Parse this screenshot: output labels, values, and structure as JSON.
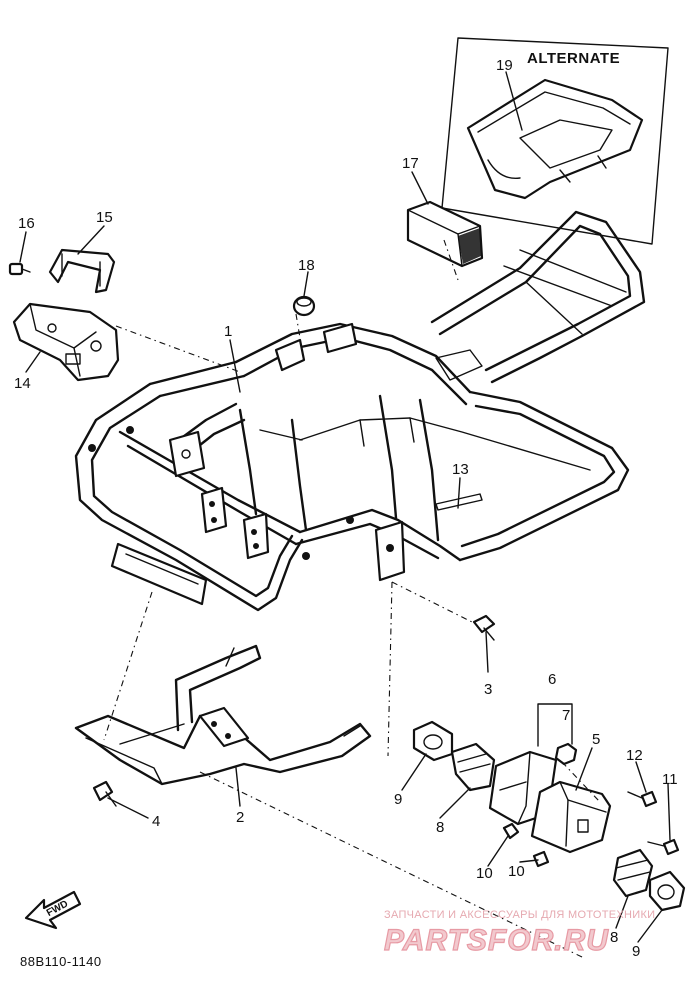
{
  "diagram": {
    "alternate_label": "ALTERNATE",
    "drawing_code": "88B110-1140",
    "fwd_label": "FWD",
    "callouts": [
      {
        "id": "c1",
        "label": "1"
      },
      {
        "id": "c2",
        "label": "2"
      },
      {
        "id": "c3",
        "label": "3"
      },
      {
        "id": "c4",
        "label": "4"
      },
      {
        "id": "c5",
        "label": "5"
      },
      {
        "id": "c6",
        "label": "6"
      },
      {
        "id": "c7",
        "label": "7"
      },
      {
        "id": "c8a",
        "label": "8"
      },
      {
        "id": "c8b",
        "label": "8"
      },
      {
        "id": "c9a",
        "label": "9"
      },
      {
        "id": "c9b",
        "label": "9"
      },
      {
        "id": "c10a",
        "label": "10"
      },
      {
        "id": "c10b",
        "label": "10"
      },
      {
        "id": "c11",
        "label": "11"
      },
      {
        "id": "c12",
        "label": "12"
      },
      {
        "id": "c13",
        "label": "13"
      },
      {
        "id": "c14",
        "label": "14"
      },
      {
        "id": "c15",
        "label": "15"
      },
      {
        "id": "c16",
        "label": "16"
      },
      {
        "id": "c17",
        "label": "17"
      },
      {
        "id": "c18",
        "label": "18"
      },
      {
        "id": "c19",
        "label": "19"
      }
    ]
  },
  "watermark": {
    "tagline": "ЗАПЧАСТИ И АКСЕССУАРЫ ДЛЯ МОТОТЕХНИКИ",
    "brand": "PARTSFOR.RU"
  }
}
